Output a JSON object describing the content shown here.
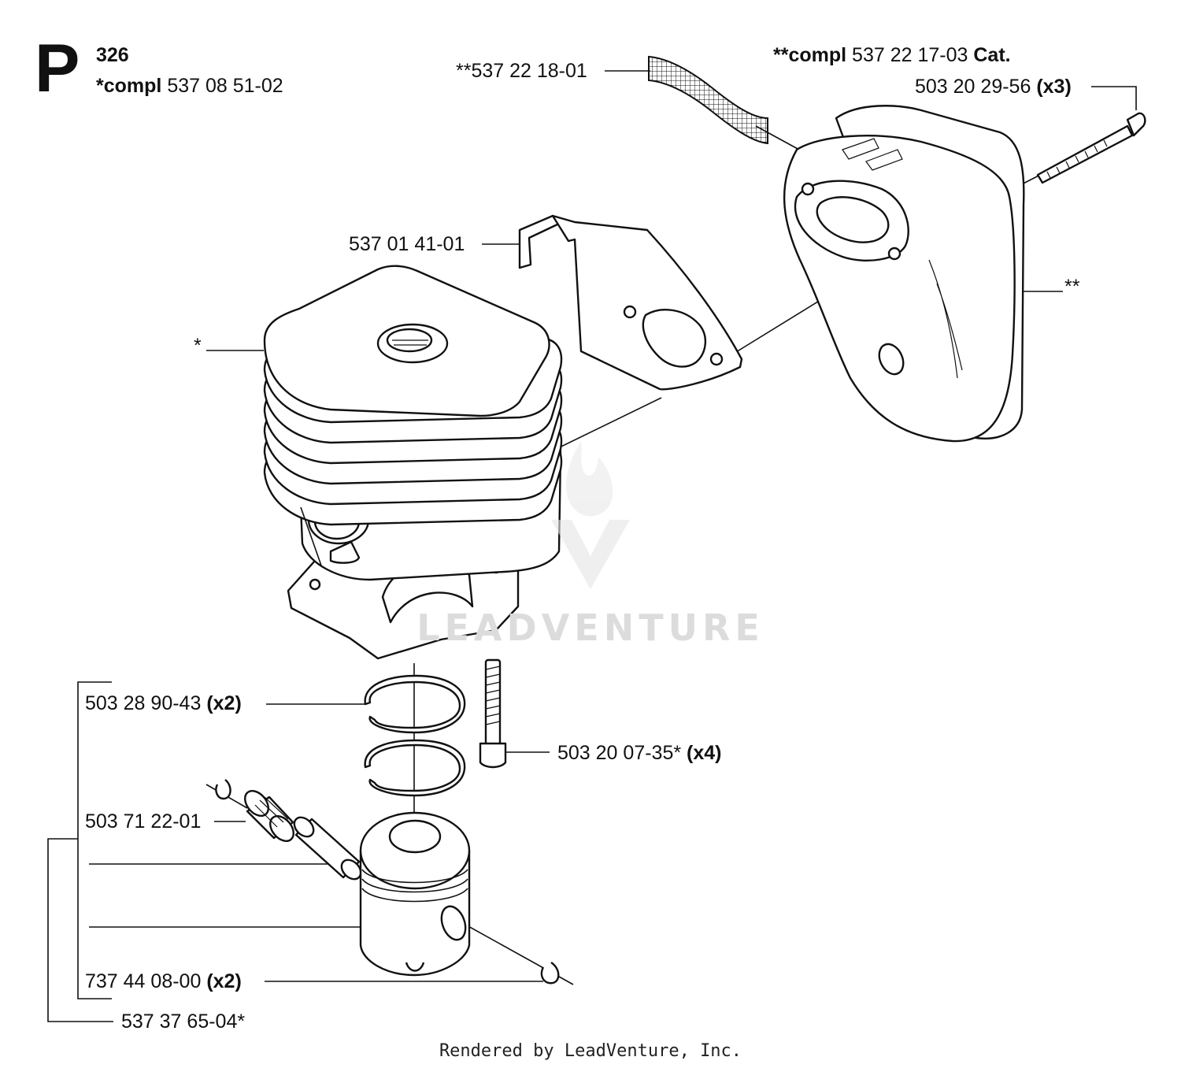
{
  "section": {
    "letter": "P",
    "model": "326",
    "cylinder_kit_prefix": "*compl",
    "cylinder_kit_number": "537 08 51-02"
  },
  "parts": {
    "muffler_kit_prefix": "**compl",
    "muffler_kit_number": "537 22 17-03",
    "muffler_kit_suffix": "Cat.",
    "screen": "**537 22 18-01",
    "muffler_bolt": "503 20 29-56",
    "muffler_bolt_qty": "(x3)",
    "gasket": "537 01 41-01",
    "muffler_marker": "**",
    "cylinder_marker": "*",
    "piston_ring": "503 28 90-43",
    "piston_ring_qty": "(x2)",
    "cylinder_bolt": "503 20 07-35*",
    "cylinder_bolt_qty": "(x4)",
    "needle_bearing": "503 71 22-01",
    "circlip": "737 44 08-00",
    "circlip_qty": "(x2)",
    "piston_kit": "537 37 65-04*"
  },
  "watermark": "LEADVENTURE",
  "footer": "Rendered by LeadVenture, Inc."
}
